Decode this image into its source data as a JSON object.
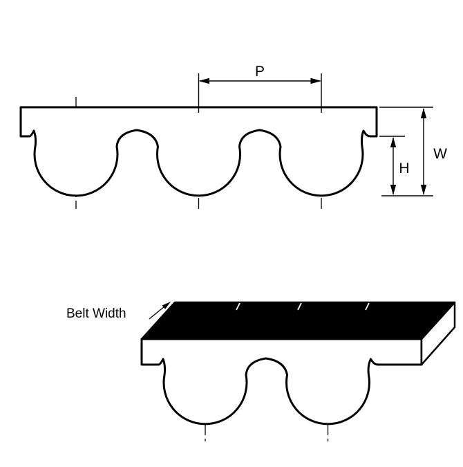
{
  "page": {
    "background_color": "#ffffff",
    "line_color": "#000000",
    "top_face_color": "#000000"
  },
  "figure_top": {
    "name": "belt tooth profile cross-section",
    "labels": {
      "pitch": "P",
      "belt_height": "W",
      "tooth_height": "H"
    }
  },
  "figure_bottom": {
    "name": "belt 3d perspective view",
    "labels": {
      "belt_width": "Belt Width"
    }
  }
}
